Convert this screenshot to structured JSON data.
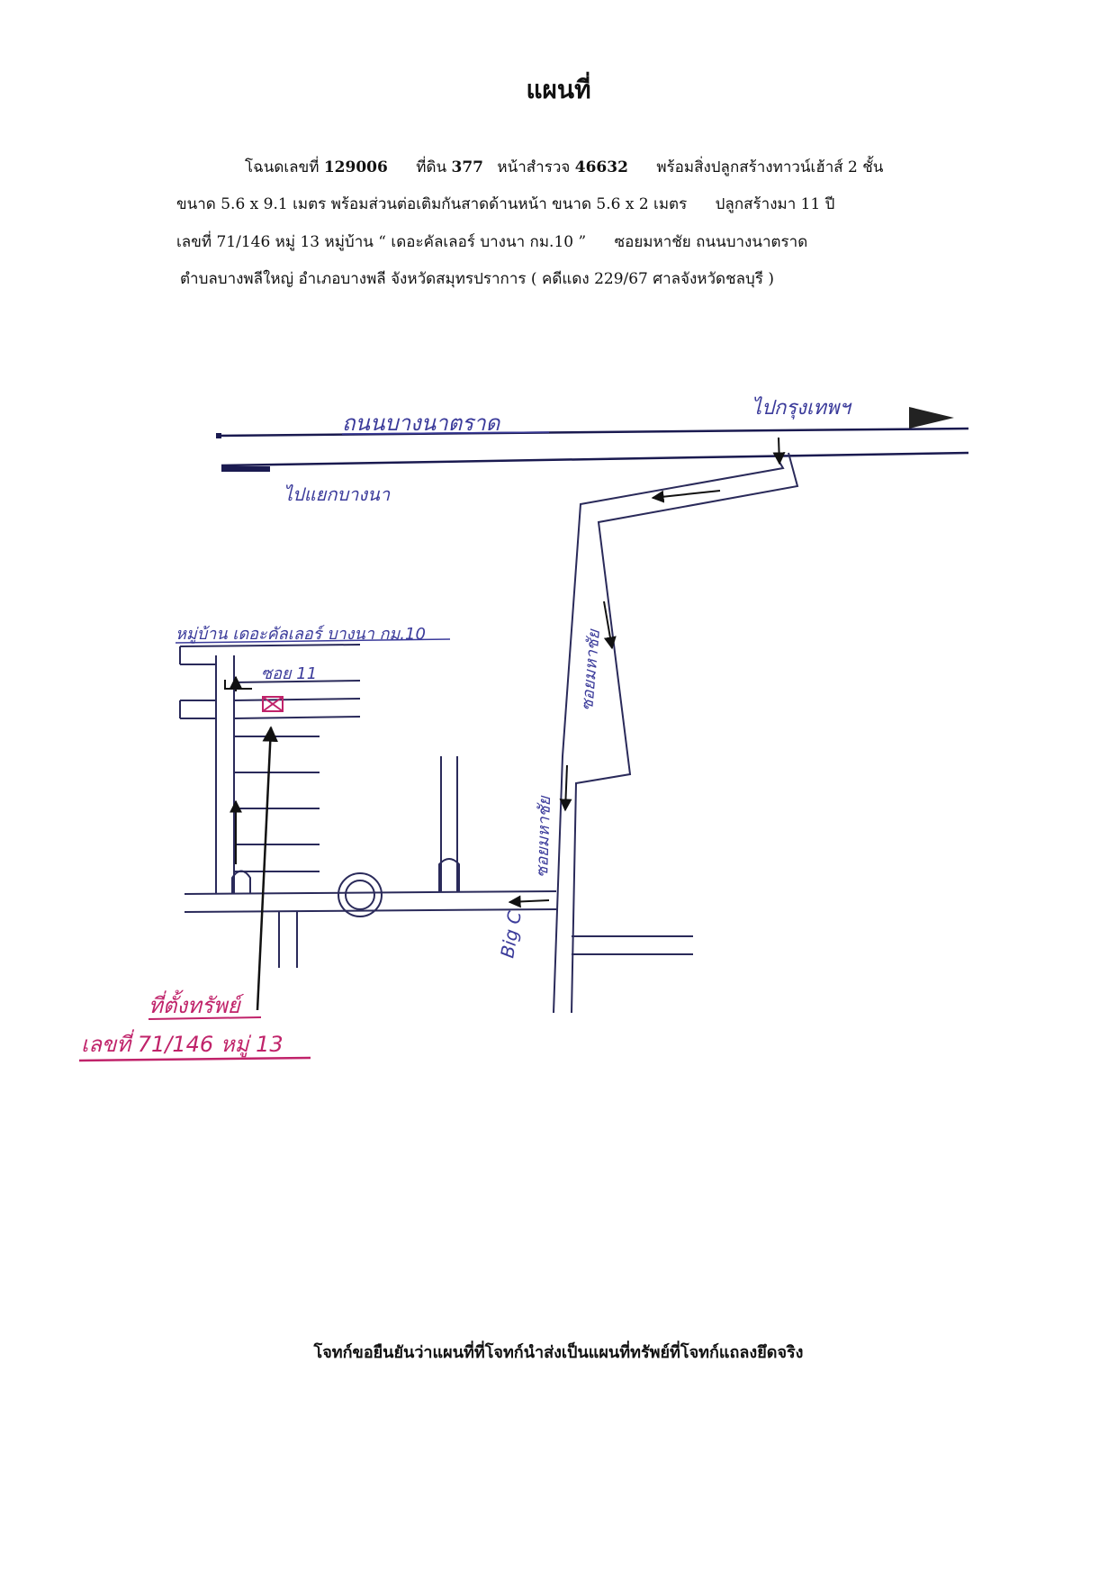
{
  "title": "แผนที่",
  "header": {
    "deed_label": "โฉนดเลขที่",
    "deed_no": "129006",
    "land_label": "ที่ดิน",
    "land_no": "377",
    "survey_label": "หน้าสำรวจ",
    "survey_no": "46632",
    "building": "พร้อมสิ่งปลูกสร้างทาวน์เฮ้าส์ 2 ชั้น",
    "line2": "ขนาด 5.6 x 9.1 เมตร พร้อมส่วนต่อเติมกันสาดด้านหน้า ขนาด 5.6 x 2 เมตร",
    "line2_age": "ปลูกสร้างมา 11 ปี",
    "line3": "เลขที่ 71/146 หมู่ 13 หมู่บ้าน “ เดอะคัลเลอร์ บางนา กม.10 ”",
    "line3_road": "ซอยมหาชัย ถนนบางนาตราด",
    "line4": "ตำบลบางพลีใหญ่ อำเภอบางพลี จังหวัดสมุทรปราการ ( คดีแดง 229/67 ศาลจังหวัดชลบุรี )"
  },
  "map": {
    "main_road": "ถนนบางนาตราด",
    "to_east": "ไปกรุงเทพฯ",
    "to_west": "ไปแยกบางนา",
    "soi_mahachai_north": "ซอยมหาชัย",
    "soi_mahachai_south": "ซอยมหาชัย",
    "village": "หมู่บ้าน เดอะคัลเลอร์ บางนา กม.10",
    "soi": "ซอย 11",
    "landmark": "Big C",
    "property_label": "ที่ตั้งทรัพย์",
    "property_address": "เลขที่ 71/146 หมู่ 13"
  },
  "colors": {
    "ink": "#111111",
    "pen": "#3a3a9a",
    "highlight": "#c0236a"
  },
  "footer": "โจทก์ขอยืนยันว่าแผนที่ที่โจทก์นำส่งเป็นแผนที่ทรัพย์ที่โจทก์แถลงยึดจริง"
}
